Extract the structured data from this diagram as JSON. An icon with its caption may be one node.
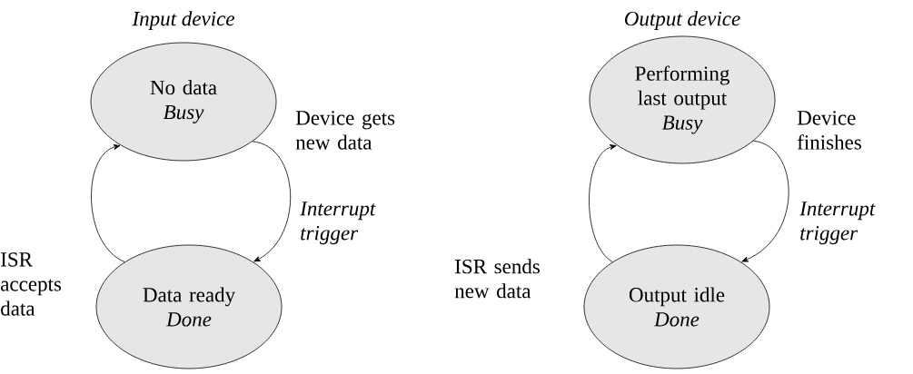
{
  "diagram": {
    "nodes": [
      {
        "text": [
          "No data",
          "Busy"
        ],
        "beside": [
          "Input device"
        ]
      },
      {
        "text": [
          "Data ready",
          "Done"
        ]
      },
      {
        "text": [
          "Performing last output",
          "Busy"
        ],
        "beside": [
          "Output device"
        ]
      },
      {
        "text": [
          "Output idle",
          "Done"
        ]
      }
    ],
    "edges": [
      {
        "from": 0,
        "to": 1,
        "arrow": "to",
        "label": "Device gets new data"
      },
      {
        "from": 1,
        "to": 0,
        "arrow": "to",
        "label": "ISR accepts data"
      },
      {
        "from": 2,
        "to": 3,
        "arrow": "to",
        "label": "Device finishes"
      },
      {
        "from": 3,
        "to": 2,
        "arrow": "to",
        "label": "ISR sends new data"
      }
    ],
    "labels": [
      "Interrupt trigger",
      "Interrupt trigger"
    ]
  }
}
